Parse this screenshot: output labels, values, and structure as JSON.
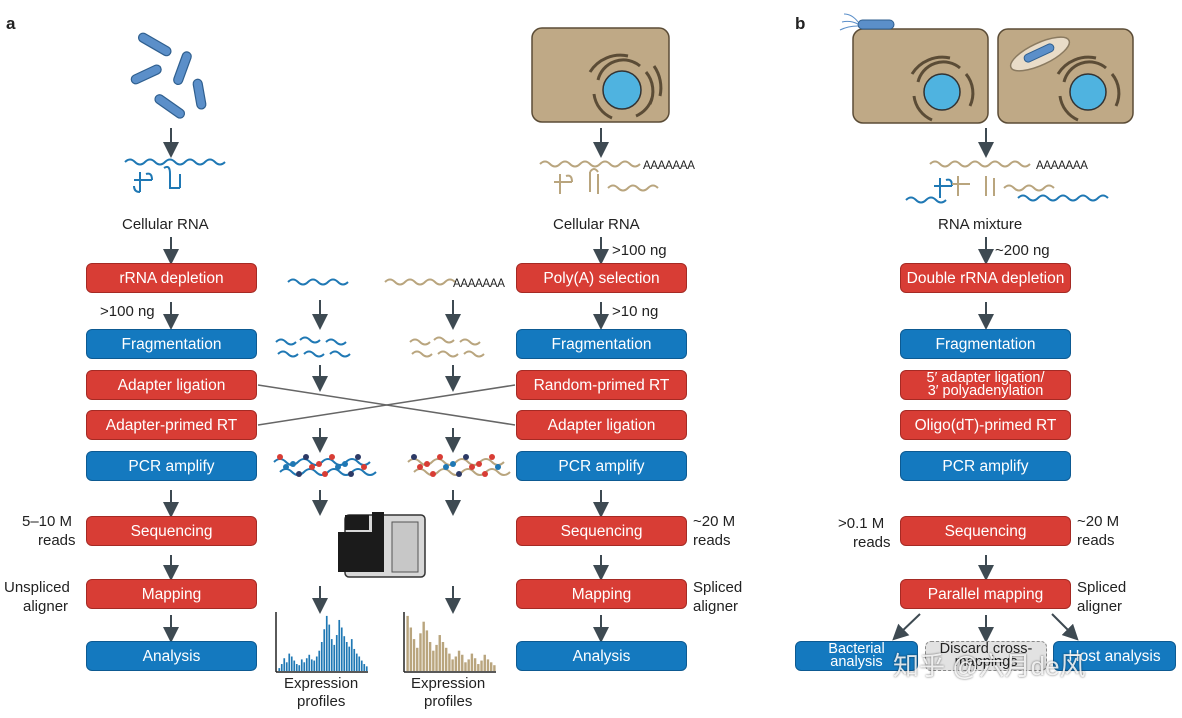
{
  "panels": {
    "a": "a",
    "b": "b"
  },
  "colors": {
    "red_step": "#d83d35",
    "blue_step": "#1479bf",
    "bacteria": "#5b8fc9",
    "host_cell": "#bfa986",
    "nucleus": "#4fb3e0",
    "rna_blue": "#1f78b4",
    "rna_tan": "#b9a57e",
    "arrow": "#3e4a52"
  },
  "left_col": {
    "source_label": "Cellular RNA",
    "steps": [
      "rRNA depletion",
      "Fragmentation",
      "Adapter ligation",
      "Adapter-primed RT",
      "PCR amplify",
      "Sequencing",
      "Mapping",
      "Analysis"
    ],
    "amount_depletion": ">100 ng",
    "reads": [
      "5–10 M",
      "reads"
    ],
    "aligner": [
      "Unspliced",
      "aligner"
    ]
  },
  "right_col": {
    "source_label": "Cellular RNA",
    "input_amount": ">100 ng",
    "steps": [
      "Poly(A) selection",
      "Fragmentation",
      "Random-primed RT",
      "Adapter ligation",
      "PCR amplify",
      "Sequencing",
      "Mapping",
      "Analysis"
    ],
    "amount_selection": ">10 ng",
    "reads": [
      "~20 M",
      "reads"
    ],
    "aligner": [
      "Spliced",
      "aligner"
    ]
  },
  "middle": {
    "polya_tail": "AAAAAAA",
    "expression_left": [
      "Expression",
      "profiles"
    ],
    "expression_right": [
      "Expression",
      "profiles"
    ]
  },
  "panel_b": {
    "source_label": "RNA mixture",
    "polya_tail": "AAAAAAA",
    "input_amount": "~200 ng",
    "steps": [
      "Double rRNA depletion",
      "Fragmentation",
      "5′ adapter ligation/",
      "3′ polyadenylation",
      "Oligo(dT)-primed RT",
      "PCR amplify",
      "Sequencing",
      "Parallel mapping"
    ],
    "reads_left": [
      ">0.1 M",
      "reads"
    ],
    "reads_right": [
      "~20 M",
      "reads"
    ],
    "aligner": [
      "Spliced",
      "aligner"
    ],
    "outputs": [
      "Bacterial",
      "analysis",
      "Discard cross-",
      "mappings",
      "Host analysis"
    ]
  },
  "watermark": "知乎 @六月de风",
  "chart_data": [
    {
      "type": "bar",
      "series": [
        {
          "values": [
            0.05,
            0.12,
            0.22,
            0.15,
            0.3,
            0.25,
            0.18,
            0.12,
            0.1,
            0.2,
            0.15,
            0.22,
            0.28,
            0.2,
            0.18,
            0.25,
            0.35,
            0.5,
            0.72,
            0.95,
            0.8,
            0.55,
            0.45,
            0.62,
            0.88,
            0.75,
            0.6,
            0.5,
            0.42,
            0.55,
            0.38,
            0.3,
            0.25,
            0.18,
            0.12,
            0.08
          ]
        }
      ]
    },
    {
      "type": "bar",
      "series": [
        {
          "values": [
            0.95,
            0.75,
            0.55,
            0.4,
            0.65,
            0.85,
            0.7,
            0.5,
            0.35,
            0.45,
            0.62,
            0.5,
            0.4,
            0.3,
            0.2,
            0.25,
            0.35,
            0.28,
            0.15,
            0.2,
            0.3,
            0.22,
            0.12,
            0.18,
            0.28,
            0.2,
            0.15,
            0.1
          ]
        }
      ]
    }
  ]
}
